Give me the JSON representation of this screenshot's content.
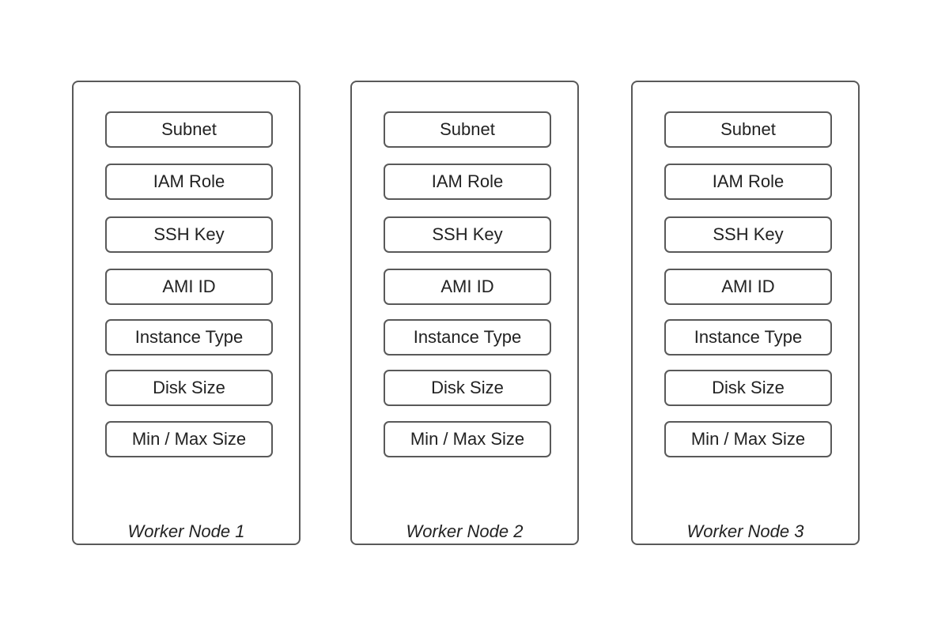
{
  "nodes": [
    {
      "label": "Worker Node 1",
      "fields": [
        "Subnet",
        "IAM Role",
        "SSH Key",
        "AMI ID",
        "Instance Type",
        "Disk Size",
        "Min / Max Size"
      ]
    },
    {
      "label": "Worker Node 2",
      "fields": [
        "Subnet",
        "IAM Role",
        "SSH Key",
        "AMI ID",
        "Instance Type",
        "Disk Size",
        "Min / Max Size"
      ]
    },
    {
      "label": "Worker Node 3",
      "fields": [
        "Subnet",
        "IAM Role",
        "SSH Key",
        "AMI ID",
        "Instance Type",
        "Disk Size",
        "Min / Max Size"
      ]
    }
  ],
  "colors": {
    "border": "#595959",
    "text": "#222222",
    "background": "#ffffff"
  }
}
